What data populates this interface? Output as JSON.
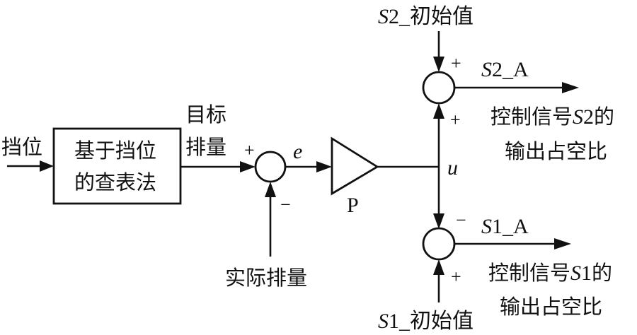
{
  "diagram": {
    "type": "control-block-diagram",
    "nodes": {
      "gear_input": {
        "label": "挡位"
      },
      "lookup_block": {
        "line1": "基于挡位",
        "line2": "的查表法"
      },
      "target_displacement": {
        "line1": "目标",
        "line2": "排量"
      },
      "sum_error": {
        "plus": "+",
        "minus": "−"
      },
      "error_signal": {
        "label": "e"
      },
      "actual_displacement": {
        "label": "实际排量"
      },
      "gain_block": {
        "label": "P"
      },
      "control_signal": {
        "label": "u"
      },
      "s2_sum": {
        "top_sign": "+",
        "bottom_sign": "+"
      },
      "s2_initial": {
        "prefix": "S",
        "num": "2",
        "suffix": "_初始值"
      },
      "s2_output": {
        "prefix": "S",
        "num": "2",
        "suffix": "_A"
      },
      "s2_desc": {
        "line1_pre": "控制信号",
        "line1_var": "S",
        "line1_num": "2",
        "line1_post": "的",
        "line2": "输出占空比"
      },
      "s1_sum": {
        "top_sign": "−",
        "bottom_sign": "+"
      },
      "s1_initial": {
        "prefix": "S",
        "num": "1",
        "suffix": "_初始值"
      },
      "s1_output": {
        "prefix": "S",
        "num": "1",
        "suffix": "_A"
      },
      "s1_desc": {
        "line1_pre": "控制信号",
        "line1_var": "S",
        "line1_num": "1",
        "line1_post": "的",
        "line2": "输出占空比"
      }
    },
    "edges": [
      {
        "from": "gear_input",
        "to": "lookup_block"
      },
      {
        "from": "lookup_block",
        "to": "sum_error",
        "sign": "+"
      },
      {
        "from": "actual_displacement",
        "to": "sum_error",
        "sign": "−"
      },
      {
        "from": "sum_error",
        "to": "gain_block",
        "label": "e"
      },
      {
        "from": "gain_block",
        "to": "s2_sum",
        "label": "u",
        "sign": "+"
      },
      {
        "from": "gain_block",
        "to": "s1_sum",
        "label": "u",
        "sign": "−"
      },
      {
        "from": "s2_initial",
        "to": "s2_sum",
        "sign": "+"
      },
      {
        "from": "s1_initial",
        "to": "s1_sum",
        "sign": "+"
      },
      {
        "from": "s2_sum",
        "to": "s2_output"
      },
      {
        "from": "s1_sum",
        "to": "s1_output"
      }
    ]
  }
}
